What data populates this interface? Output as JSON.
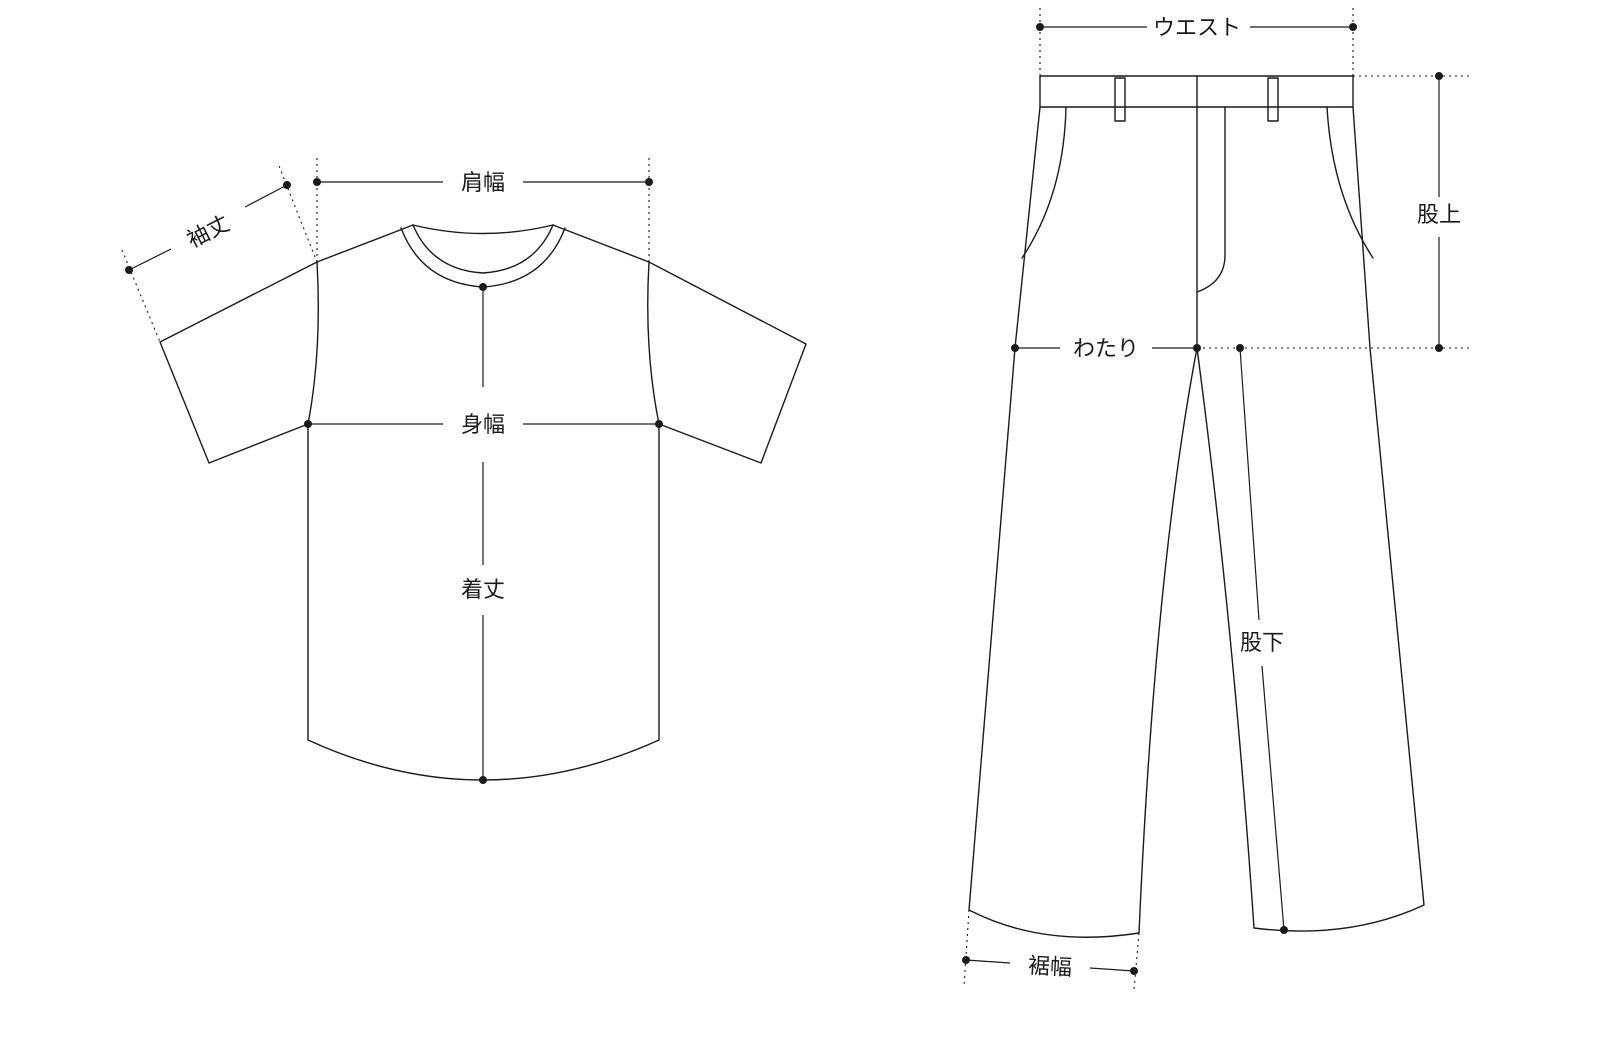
{
  "shirt": {
    "labels": {
      "sleeve_length": "袖丈",
      "shoulder_width": "肩幅",
      "body_width": "身幅",
      "body_length": "着丈"
    }
  },
  "pants": {
    "labels": {
      "waist": "ウエスト",
      "rise": "股上",
      "thigh": "わたり",
      "inseam": "股下",
      "hem_width": "裾幅"
    }
  }
}
